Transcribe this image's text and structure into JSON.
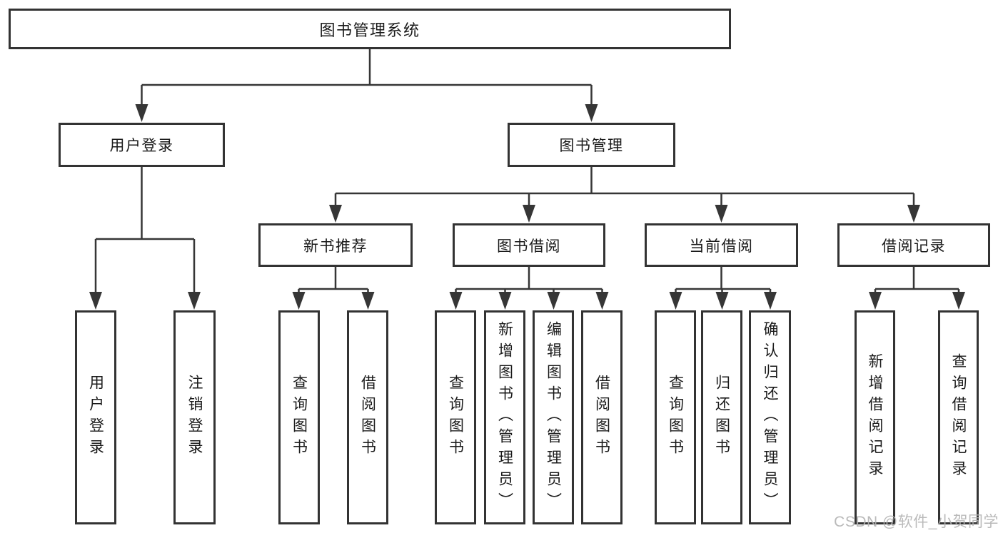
{
  "diagram": {
    "root": {
      "label": "图书管理系统"
    },
    "level2": [
      {
        "label": "用户登录",
        "children": [
          {
            "label": "用户登录"
          },
          {
            "label": "注销登录"
          }
        ]
      },
      {
        "label": "图书管理",
        "children": [
          {
            "label": "新书推荐",
            "children": [
              {
                "label": "查询图书"
              },
              {
                "label": "借阅图书"
              }
            ]
          },
          {
            "label": "图书借阅",
            "children": [
              {
                "label": "查询图书"
              },
              {
                "label": "新增图书（管理员）"
              },
              {
                "label": "编辑图书（管理员）"
              },
              {
                "label": "借阅图书"
              }
            ]
          },
          {
            "label": "当前借阅",
            "children": [
              {
                "label": "查询图书"
              },
              {
                "label": "归还图书"
              },
              {
                "label": "确认归还（管理员）"
              }
            ]
          },
          {
            "label": "借阅记录",
            "children": [
              {
                "label": "新增借阅记录"
              },
              {
                "label": "查询借阅记录"
              }
            ]
          }
        ]
      }
    ]
  },
  "watermark": {
    "text": "CSDN @软件_小贺同学"
  },
  "colors": {
    "line": "#363636",
    "box_border": "#333333",
    "text": "#1a1a1a",
    "watermark": "#b3b3b3",
    "background": "#ffffff"
  }
}
